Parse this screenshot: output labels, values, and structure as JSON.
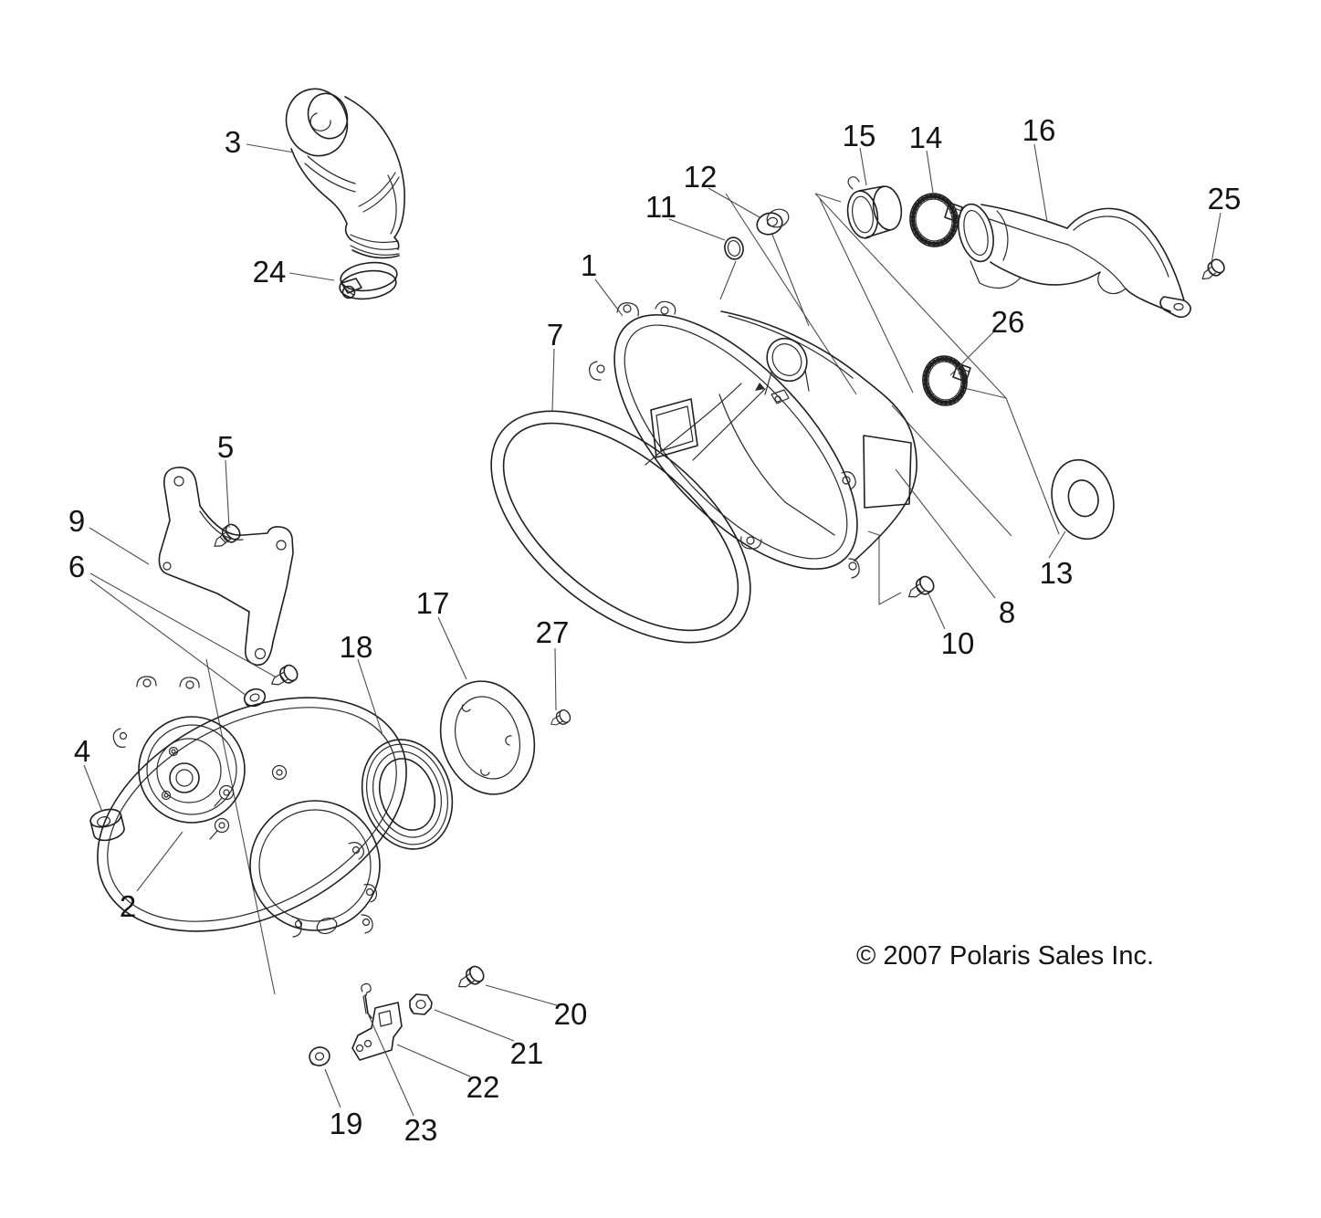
{
  "diagram": {
    "type": "exploded-parts-diagram",
    "subject": "clutch cover assembly line drawing",
    "callouts": [
      "1",
      "2",
      "3",
      "4",
      "5",
      "6",
      "7",
      "8",
      "9",
      "10",
      "11",
      "12",
      "13",
      "14",
      "15",
      "16",
      "17",
      "18",
      "19",
      "20",
      "21",
      "22",
      "23",
      "24",
      "25",
      "26",
      "27"
    ],
    "copyright": "© 2007 Polaris Sales Inc."
  },
  "colors": {
    "background": "#ffffff",
    "line": "#1f1f1f",
    "leader_line": "#4d4d4d",
    "text": "#141414"
  }
}
